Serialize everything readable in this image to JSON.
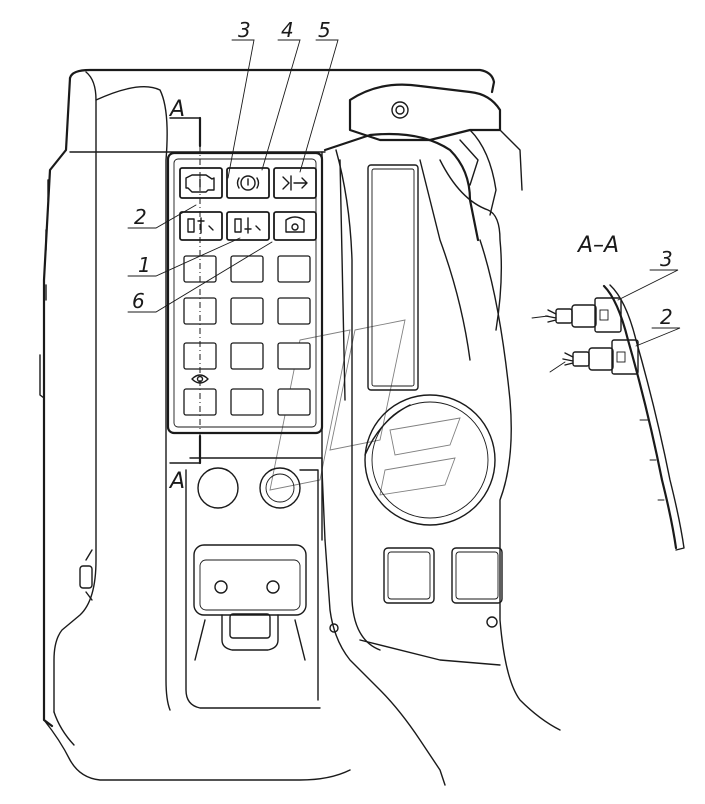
{
  "section": {
    "top_marker": "A",
    "bottom_marker": "A",
    "detail_title": "A–A"
  },
  "callouts": {
    "c3": "3",
    "c4": "4",
    "c5": "5",
    "c2": "2",
    "c1": "1",
    "c6": "6",
    "detail_3": "3",
    "detail_2": "2"
  }
}
